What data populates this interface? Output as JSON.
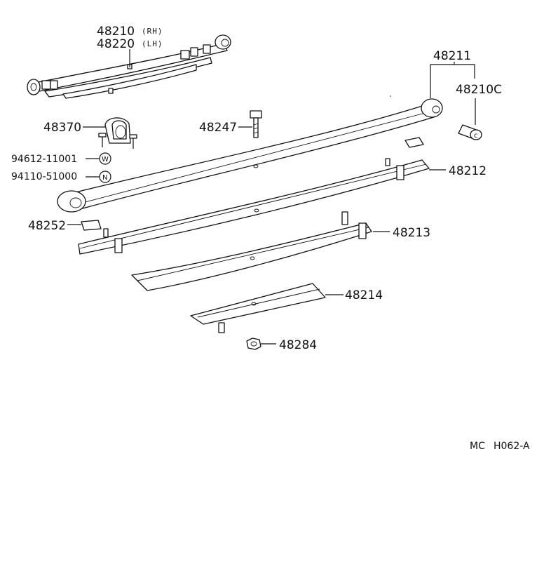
{
  "labels": {
    "spring_rh_no": "48210",
    "spring_rh_side": "(RH)",
    "spring_lh_no": "48220",
    "spring_lh_side": "(LH)",
    "main_leaf": "48211",
    "bushing": "48210C",
    "bracket": "48370",
    "center_bolt": "48247",
    "washer_no": "94612-11001",
    "washer_mark": "W",
    "nut_no": "94110-51000",
    "nut_mark": "N",
    "leaf_2": "48212",
    "insert": "48252",
    "leaf_3": "48213",
    "leaf_4": "48214",
    "center_nut": "48284",
    "ref_prefix": "MC",
    "ref_code": "H062-A"
  }
}
